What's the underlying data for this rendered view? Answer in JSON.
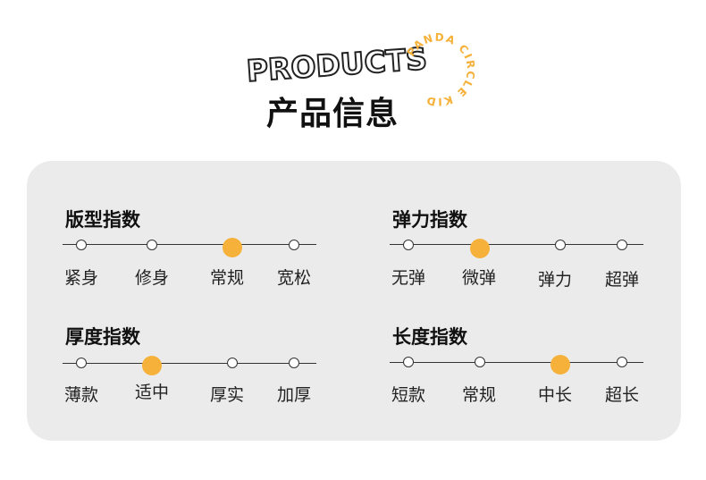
{
  "header": {
    "products_word": "PRODUCTS",
    "badge_text": "PANDA CIRCLE KIDS",
    "title": "产品信息",
    "badge_color": "#f6b13a"
  },
  "accent_color": "#f6b13a",
  "groups": [
    {
      "title": "版型指数",
      "options": [
        "紧身",
        "修身",
        "常规",
        "宽松"
      ],
      "selected": 2
    },
    {
      "title": "弹力指数",
      "options": [
        "无弹",
        "微弹",
        "弹力",
        "超弹"
      ],
      "selected": 1
    },
    {
      "title": "厚度指数",
      "options": [
        "薄款",
        "适中",
        "厚实",
        "加厚"
      ],
      "selected": 1
    },
    {
      "title": "长度指数",
      "options": [
        "短款",
        "常规",
        "中长",
        "超长"
      ],
      "selected": 2
    }
  ]
}
